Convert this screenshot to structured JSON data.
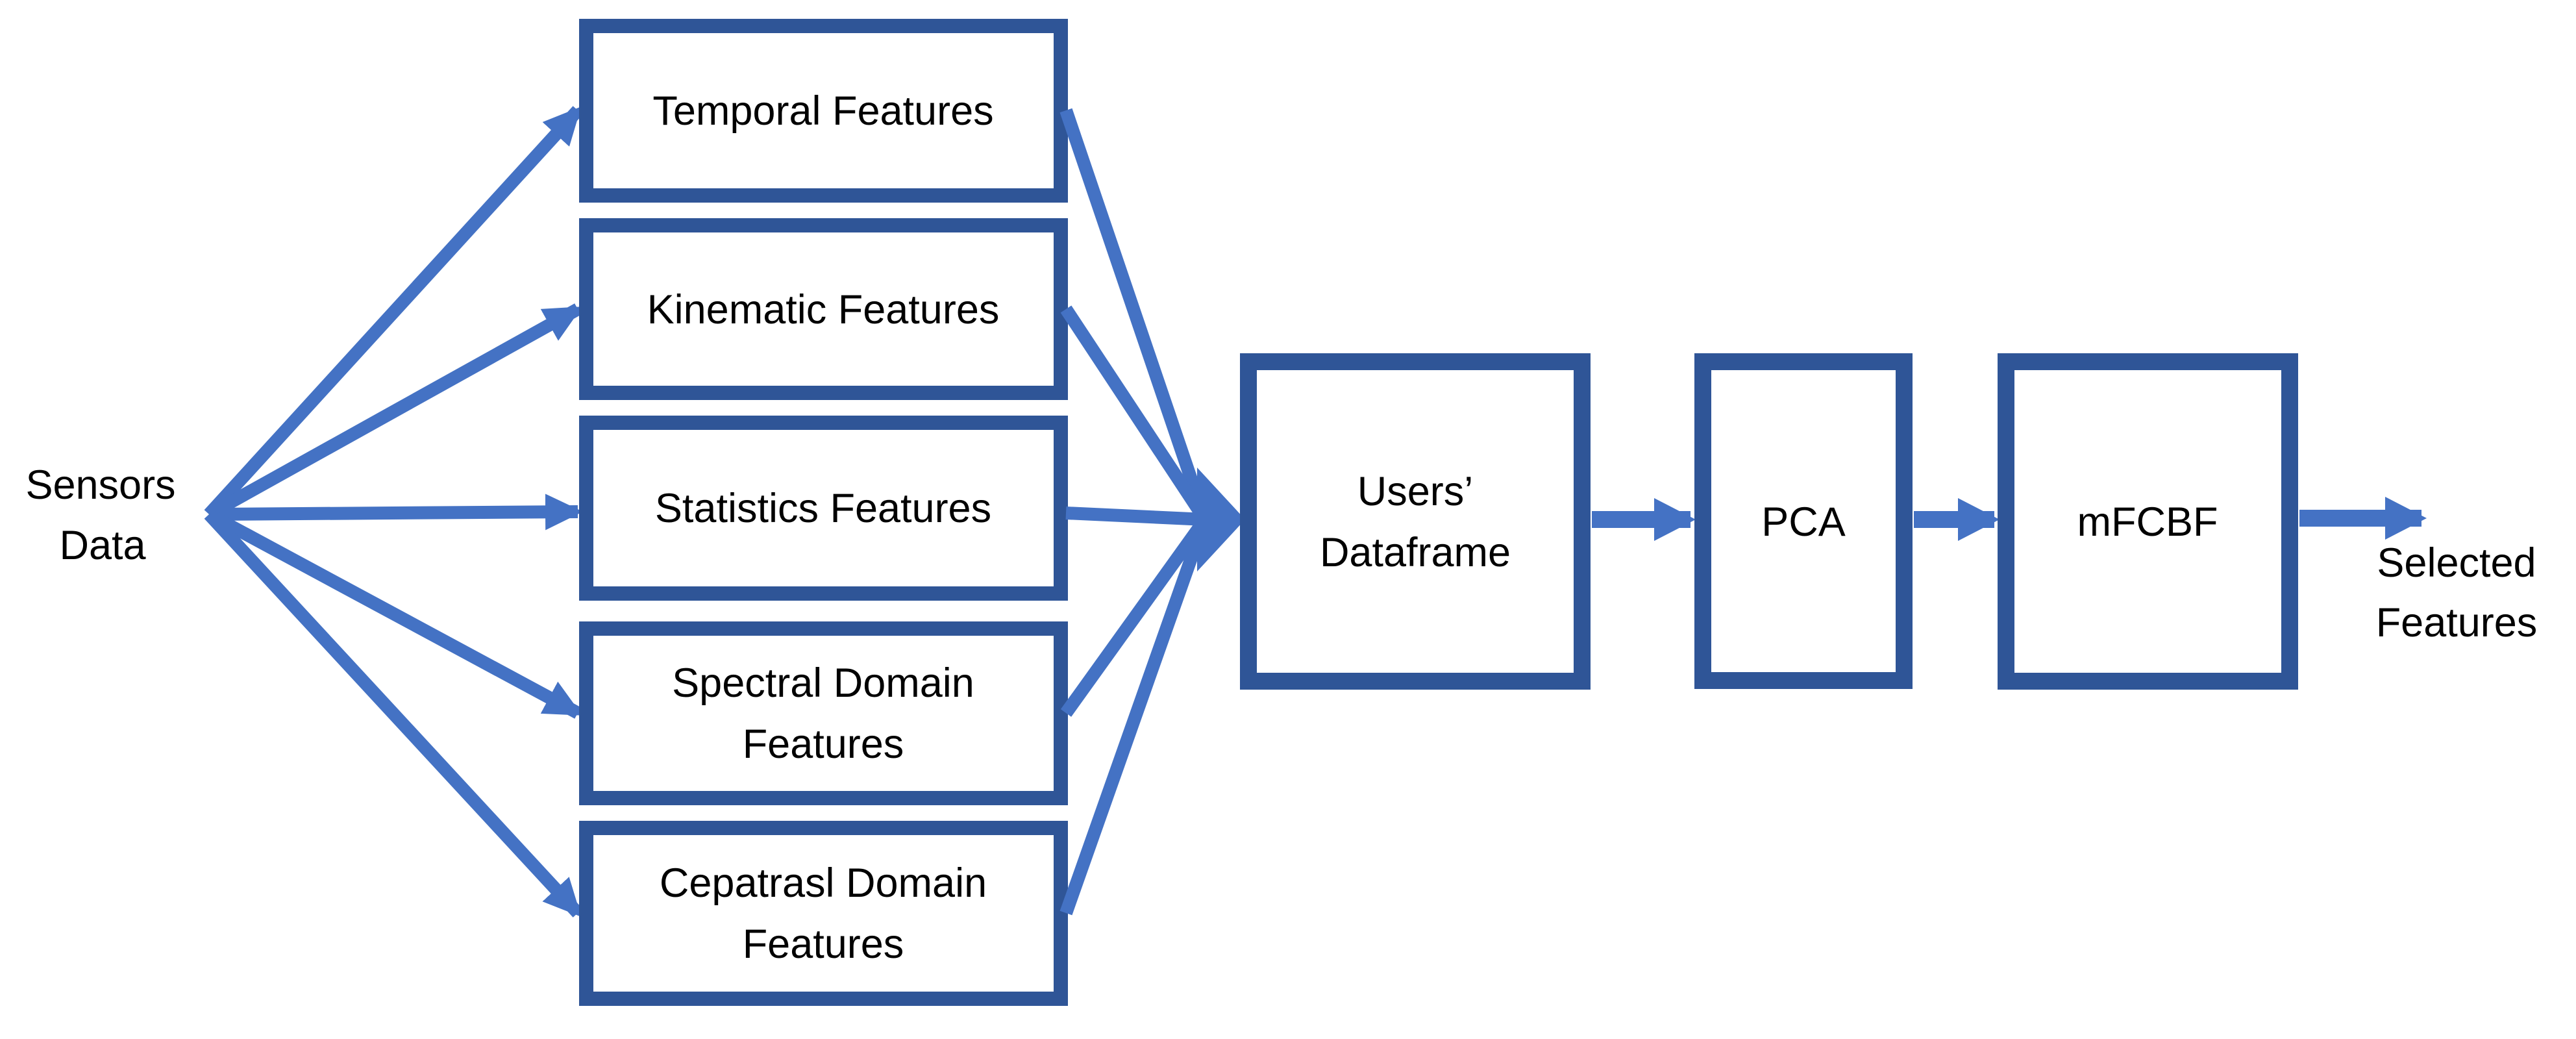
{
  "diagram": {
    "colors": {
      "box_border": "#2F5597",
      "arrow": "#4472C4",
      "text": "#000000",
      "background": "#FFFFFF"
    },
    "sensors": {
      "line1": "Sensors",
      "line2": "Data"
    },
    "feature_boxes": [
      {
        "id": "temporal",
        "line1": "Temporal Features",
        "line2": ""
      },
      {
        "id": "kinematic",
        "line1": "Kinematic Features",
        "line2": ""
      },
      {
        "id": "statistics",
        "line1": "Statistics Features",
        "line2": ""
      },
      {
        "id": "spectral",
        "line1": "Spectral Domain",
        "line2": "Features"
      },
      {
        "id": "cepatrasl",
        "line1": "Cepatrasl Domain",
        "line2": "Features"
      }
    ],
    "dataframe": {
      "line1": "Users’",
      "line2": "Dataframe"
    },
    "pca": {
      "label": "PCA"
    },
    "mfcbf": {
      "label": "mFCBF"
    },
    "selected": {
      "line1": "Selected",
      "line2": "Features"
    }
  }
}
